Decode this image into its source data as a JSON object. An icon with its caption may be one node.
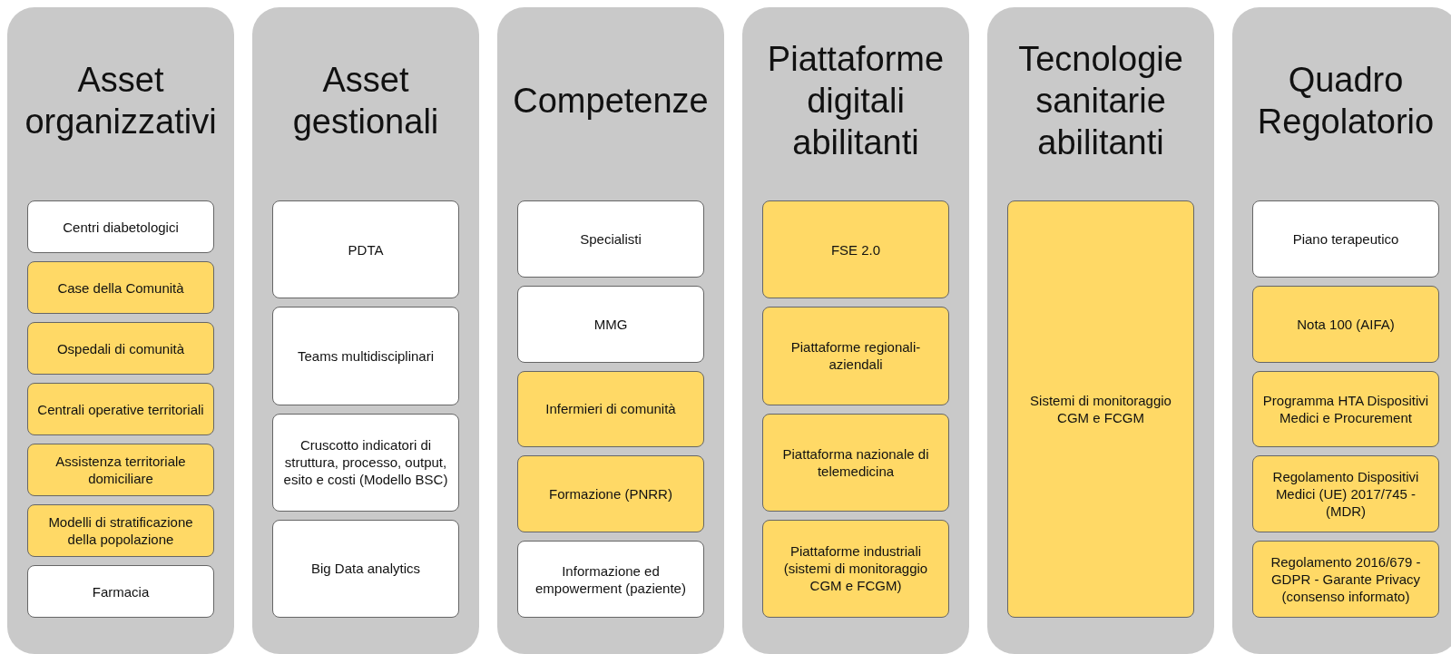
{
  "diagram": {
    "nodes": [
      {
        "text": [
          "Asset organizzativi"
        ]
      },
      {
        "text": [
          "Centri diabetologici"
        ],
        "in": 0
      },
      {
        "text": [
          "Case della Comunità"
        ],
        "in": 0
      },
      {
        "text": [
          "Ospedali di comunità"
        ],
        "in": 0
      },
      {
        "text": [
          "Centrali operative territoriali"
        ],
        "in": 0
      },
      {
        "text": [
          "Assistenza territoriale domiciliare"
        ],
        "in": 0
      },
      {
        "text": [
          "Modelli di stratificazione della popolazione"
        ],
        "in": 0
      },
      {
        "text": [
          "Farmacia"
        ],
        "in": 0
      },
      {
        "text": [
          "Asset gestionali"
        ]
      },
      {
        "text": [
          "PDTA"
        ],
        "in": 8
      },
      {
        "text": [
          "Teams multidisciplinari"
        ],
        "in": 8
      },
      {
        "text": [
          "Cruscotto indicatori di struttura, processo, output, esito e costi (Modello BSC)"
        ],
        "in": 8
      },
      {
        "text": [
          "Big Data analytics"
        ],
        "in": 8
      },
      {
        "text": [
          "Competenze"
        ]
      },
      {
        "text": [
          "Specialisti"
        ],
        "in": 13
      },
      {
        "text": [
          "MMG"
        ],
        "in": 13
      },
      {
        "text": [
          "Infermieri di comunità"
        ],
        "in": 13
      },
      {
        "text": [
          "Formazione (PNRR)"
        ],
        "in": 13
      },
      {
        "text": [
          "Informazione ed empowerment (paziente)"
        ],
        "in": 13
      },
      {
        "text": [
          "Piattaforme digitali abilitanti"
        ]
      },
      {
        "text": [
          "FSE 2.0"
        ],
        "in": 19
      },
      {
        "text": [
          "Piattaforme regionali-aziendali"
        ],
        "in": 19
      },
      {
        "text": [
          "Piattaforma nazionale di telemedicina"
        ],
        "in": 19
      },
      {
        "text": [
          "Piattaforme industriali (sistemi di monitoraggio CGM e FCGM)"
        ],
        "in": 19
      },
      {
        "text": [
          "Tecnologie sanitarie abilitanti"
        ]
      },
      {
        "text": [
          "Sistemi di monitoraggio CGM e FCGM"
        ],
        "in": 24
      },
      {
        "text": [
          "Quadro Regolatorio"
        ]
      },
      {
        "text": [
          "Piano terapeutico"
        ],
        "in": 26
      },
      {
        "text": [
          "Nota 100 (AIFA)"
        ],
        "in": 26
      },
      {
        "text": [
          "Programma HTA Dispositivi Medici e Procurement"
        ],
        "in": 26
      },
      {
        "text": [
          "Regolamento Dispositivi Medici (UE) 2017/745 - (MDR)"
        ],
        "in": 26
      },
      {
        "text": [
          "Regolamento 2016/679 - GDPR - Garante Privacy (consenso informato)"
        ],
        "in": 26
      }
    ]
  }
}
